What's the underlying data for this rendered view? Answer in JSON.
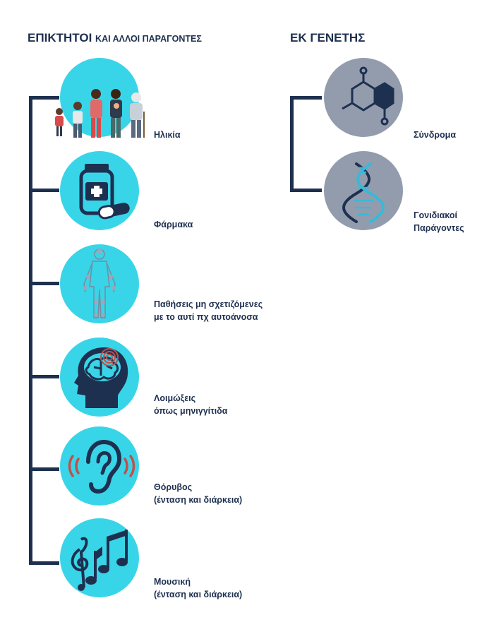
{
  "headings": {
    "acquired_main": "ΕΠΙΚΤΗΤΟΙ",
    "acquired_rest": "ΚΑΙ ΑΛΛΟΙ ΠΑΡΑΓΟΝΤΕΣ",
    "genetic": "ΕΚ ΓΕΝΕΤΗΣ"
  },
  "acquired_factors": [
    {
      "icon": "family-icon",
      "lines": [
        "Ηλικία"
      ]
    },
    {
      "icon": "medicine-bottle-icon",
      "lines": [
        "Φάρμακα"
      ]
    },
    {
      "icon": "human-body-icon",
      "lines": [
        "Παθήσεις μη σχετιζόμενες",
        "με το αυτί πχ αυτοάνοσα"
      ]
    },
    {
      "icon": "brain-head-icon",
      "lines": [
        "Λοιμώξεις",
        "όπως μηνιγγίτιδα"
      ]
    },
    {
      "icon": "ear-noise-icon",
      "lines": [
        "Θόρυβος",
        "(ένταση και διάρκεια)"
      ]
    },
    {
      "icon": "music-notes-icon",
      "lines": [
        "Μουσική",
        "(ένταση και διάρκεια)"
      ]
    }
  ],
  "genetic_factors": [
    {
      "icon": "molecule-icon",
      "lines": [
        "Σύνδρομα"
      ]
    },
    {
      "icon": "dna-icon",
      "lines": [
        "Γονιδιακοί",
        "Παράγοντες"
      ]
    }
  ],
  "colors": {
    "navy": "#1e3050",
    "cyan": "#38d5e8",
    "grey": "#939cad",
    "noise_red": "#c0504d"
  }
}
